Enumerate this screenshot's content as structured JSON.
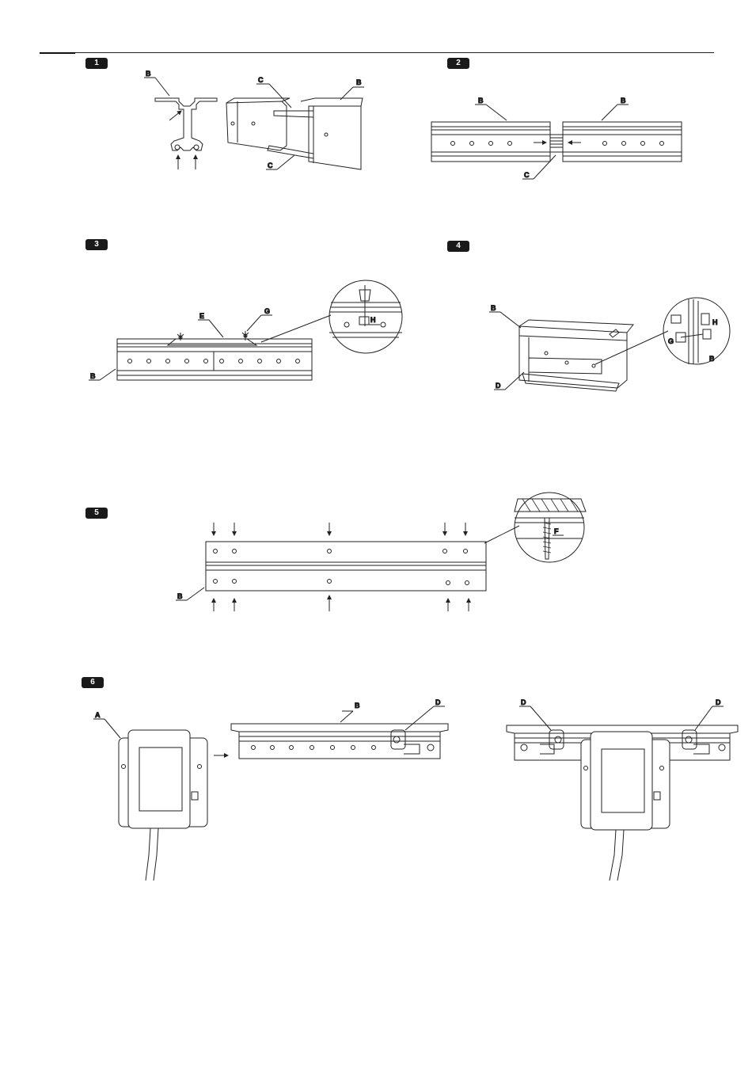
{
  "steps": [
    {
      "number": "1"
    },
    {
      "number": "2"
    },
    {
      "number": "3"
    },
    {
      "number": "4"
    },
    {
      "number": "5"
    },
    {
      "number": "6"
    }
  ],
  "labels": {
    "a": "A",
    "b": "B",
    "c": "C",
    "d": "D",
    "e": "E",
    "f": "F",
    "g": "G",
    "h": "H"
  },
  "colors": {
    "ink": "#222222",
    "badge": "#1a1a1a"
  }
}
